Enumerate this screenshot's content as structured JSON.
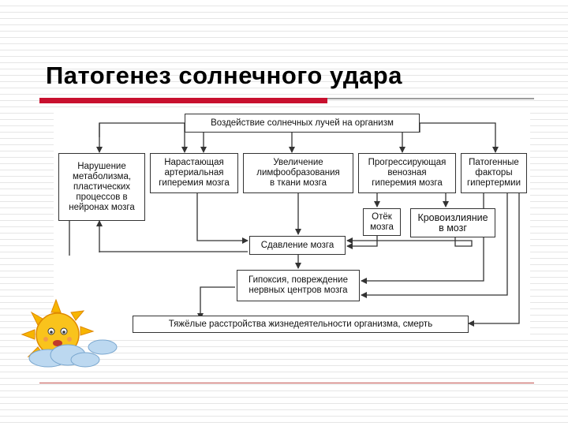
{
  "slide": {
    "title": "Патогенез солнечного удара"
  },
  "diagram": {
    "top": "Воздействие солнечных лучей на организм",
    "col1": "Нарушение\nметаболизма,\nпластических\nпроцессов в\nнейронах мозга",
    "col2": "Нарастающая\nартериальная\nгиперемия мозга",
    "col3": "Увеличение\nлимфообразования\nв ткани мозга",
    "col4": "Прогрессирующая\nвенозная\nгиперемия мозга",
    "col5": "Патогенные\nфакторы\nгипертермии",
    "edema": "Отёк\nмозга",
    "hemorrhage": "Кровоизлияние\nв мозг",
    "compression": "Сдавление мозга",
    "hypoxia": "Гипоксия, повреждение\nнервных центров мозга",
    "outcome": "Тяжёлые расстройства жизнедеятельности организма, смерть"
  },
  "colors": {
    "title_rule": "#c8102e",
    "footer_rule": "#c0504d",
    "sun": "#f7b500",
    "cloud": "#bcd8f0"
  },
  "icons": {
    "sun_illustration": "smiling-sun-with-cloud-icon"
  }
}
